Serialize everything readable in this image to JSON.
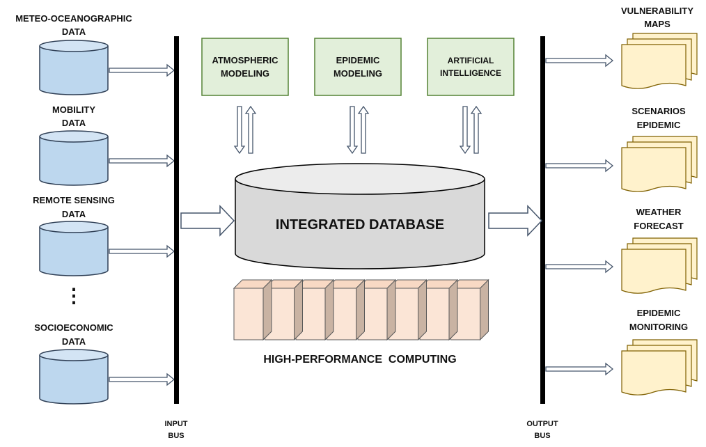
{
  "sources": [
    {
      "lines": [
        "METEO-OCEANOGRAPHIC",
        "DATA"
      ]
    },
    {
      "lines": [
        "MOBILITY",
        "DATA"
      ]
    },
    {
      "lines": [
        "REMOTE SENSING",
        "DATA"
      ]
    },
    {
      "lines": [
        "SOCIOECONOMIC",
        "DATA"
      ]
    }
  ],
  "ellipsis": "⋮",
  "models": [
    {
      "lines": [
        "ATMOSPHERIC",
        "MODELING"
      ]
    },
    {
      "lines": [
        "EPIDEMIC",
        "MODELING"
      ]
    },
    {
      "lines": [
        "ARTIFICIAL",
        "INTELLIGENCE"
      ]
    }
  ],
  "database": {
    "label": "INTEGRATED DATABASE"
  },
  "hpc": {
    "label": "HIGH-PERFORMANCE  COMPUTING"
  },
  "outputs": [
    {
      "lines": [
        "VULNERABILITY",
        "MAPS"
      ]
    },
    {
      "lines": [
        "SCENARIOS",
        "EPIDEMIC"
      ]
    },
    {
      "lines": [
        "WEATHER",
        "FORECAST"
      ]
    },
    {
      "lines": [
        "EPIDEMIC",
        "MONITORING"
      ]
    }
  ],
  "buses": {
    "input": [
      "INPUT",
      "BUS"
    ],
    "output": [
      "OUTPUT",
      "BUS"
    ]
  },
  "colors": {
    "source_fill": "#bdd7ee",
    "source_stroke": "#2f3f55",
    "model_fill": "#e2efda",
    "model_stroke": "#548235",
    "db_fill": "#d9d9d9",
    "hpc_fill": "#fbe5d6",
    "hpc_stroke": "#595959",
    "output_fill": "#fff2cc",
    "output_stroke": "#7f6000",
    "bus": "#000000",
    "arrow_stroke": "#44546a"
  }
}
